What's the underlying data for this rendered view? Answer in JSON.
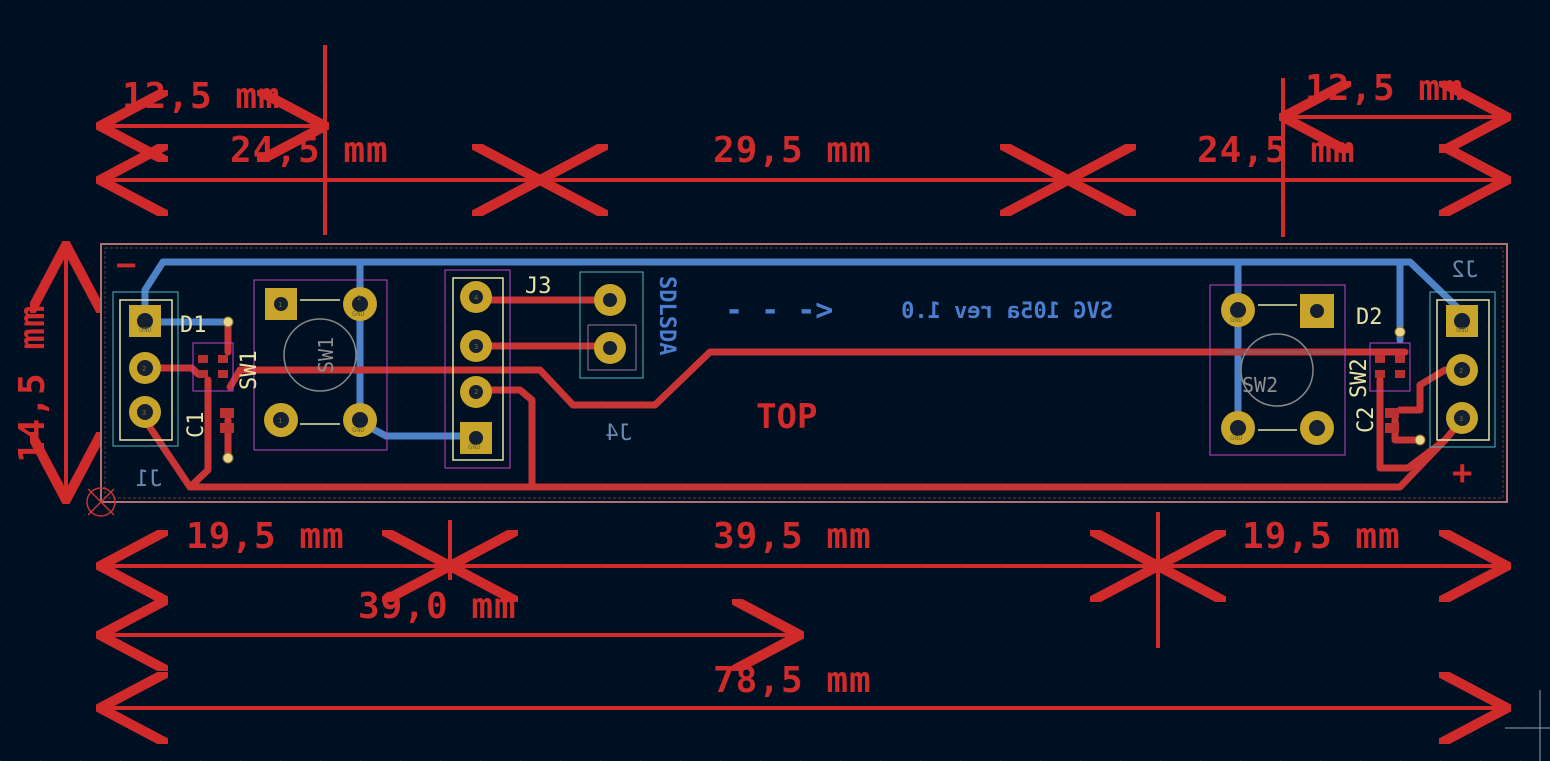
{
  "dimensions": {
    "top_left_small": "12,5 mm",
    "top_left": "24,5 mm",
    "top_middle": "29,5 mm",
    "top_right": "24,5 mm",
    "top_right_small": "12,5 mm",
    "left_vertical": "14,5 mm",
    "bottom_left": "19,5 mm",
    "bottom_middle": "39,5 mm",
    "bottom_right": "19,5 mm",
    "bottom_offset": "39,0 mm",
    "bottom_total": "78,5 mm"
  },
  "board": {
    "top_label": "TOP",
    "rev_text": "SVG 105a rev 1.0",
    "arrow_text": "- - ->",
    "vertical_text": "SDLSDA",
    "minus_sign": "−",
    "plus_sign": "+"
  },
  "components": {
    "j1": "J1",
    "j2": "J2",
    "j3": "J3",
    "j4": "J4",
    "d1": "D1",
    "d2": "D2",
    "sw1": "SW1",
    "sw2": "SW2",
    "c1": "C1",
    "c2": "C2"
  },
  "pads": {
    "gnd": "GND",
    "one": "1",
    "two": "2",
    "three": "3",
    "four": "4"
  },
  "colors": {
    "background": "#001023",
    "copper_red": "#c83434",
    "copper_blue": "#4d82c9",
    "pad_gold": "#c8a52a",
    "silkscreen": "#e8e3a4",
    "courtyard_pink": "#c243c2",
    "fab_cyan": "#4fb8c2"
  }
}
